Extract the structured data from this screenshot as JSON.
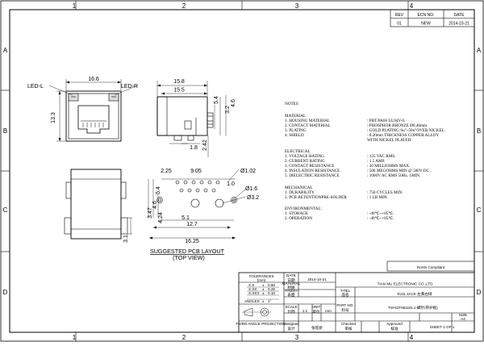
{
  "grid": {
    "columns": [
      "1",
      "2",
      "3",
      "4"
    ],
    "rows": [
      "A",
      "B",
      "C",
      "D"
    ]
  },
  "revision": {
    "headers": [
      "REV",
      "ECN NO.",
      "DATE"
    ],
    "row": [
      "01",
      "NEW",
      "2014-10-21"
    ]
  },
  "front_view": {
    "led_left": "LED-L",
    "led_right": "LED-R",
    "width": "16.6",
    "height": "13.3"
  },
  "side_view": {
    "dims": [
      "15.8",
      "15.5",
      "4.6",
      "3.2",
      "5.4",
      "1.8",
      "2.42"
    ]
  },
  "pcb_layout": {
    "dims": [
      "2.25",
      "9.05",
      "5.4",
      "1.0",
      "Ø1.02",
      "Ø1.6",
      "Ø3.2",
      "3.47",
      "4.24",
      "4.6",
      "5.1",
      "12.7",
      "16.25",
      "3.1"
    ],
    "caption_1": "SUGGESTED PCB LAYOUT",
    "caption_2": "(TOP VIEW)"
  },
  "notes": {
    "title": "NOTES",
    "material_title": "MATERIAL",
    "material": [
      {
        "k": "1. HOUSING MATERIAL",
        "v": ": PBT/PA66 UL94V-0."
      },
      {
        "k": "2. CONTACT MATERIAL",
        "v": ": PHOSPHOR BRONZE Ø0.46mm."
      },
      {
        "k": "3. PLATING",
        "v": ": GOLD PLATING 6u\"~50u\"OVER NICKEL."
      },
      {
        "k": "4. SHIELD",
        "v": ": 0.20mm THICKNESS COPPER ALLOY"
      },
      {
        "k": "",
        "v": "  WITH NICKEL PLATED."
      }
    ],
    "electrical_title": "ELECTRICAL",
    "electrical": [
      {
        "k": "1. VOLTAGE RATING",
        "v": ": 125 VAC RMS."
      },
      {
        "k": "2. CURRENT RATING",
        "v": ": 1.5 AMP."
      },
      {
        "k": "3. CONTACT RESISTANCE",
        "v": ": 30 MILLIOHMS MAX."
      },
      {
        "k": "4. INSULATION RESISTANCE",
        "v": ": 500 MEGOHMS MIN @ 500V DC ."
      },
      {
        "k": "5. DIELECTRIC RESISTANCE",
        "v": ": 1000V AC RMS 50Hz. 1MIN."
      }
    ],
    "mechanical_title": "MECHANICAL",
    "mechanical": [
      {
        "k": "1. DURABILITY",
        "v": ": 750 CYCLES MIN."
      },
      {
        "k": "2. PCB RETENTIONPRE-SOLDER",
        "v": ": 1 LB MIN."
      }
    ],
    "environmental_title": "ENVIRONMENTAL:",
    "environmental": [
      {
        "k": "1. STORAGE",
        "v": ": -40℃~+85℃."
      },
      {
        "k": "2. OPERATION",
        "v": ": -40℃~+85℃."
      }
    ]
  },
  "rohs": "RoHS Compliant",
  "title_block": {
    "tolerances": "TOLERANCES",
    "tol_unit": "(mm)",
    "tol_rows": [
      {
        "a": "X.X",
        "b": "±",
        "c": "0.50"
      },
      {
        "a": "X.XX",
        "b": "±",
        "c": "0.25"
      },
      {
        "a": "X.XXX",
        "b": "±",
        "c": "0.10"
      },
      {
        "a": "ANGLES",
        "b": "±",
        "c": "1°"
      }
    ],
    "date_label": "DATE",
    "date_cn": "日期",
    "date": "2014-10-21",
    "material_label": "MATERIAL",
    "material_cn": "材质",
    "finish_label": "FINISH",
    "finish_cn": "表面",
    "scale_label": "SCALE",
    "scale_cn": "比例",
    "scale": "1:1",
    "unit_label": "UNIT",
    "unit_cn": "单位",
    "unit": "mm",
    "projection": "THIRD ANGLE PROJECTION",
    "drawn_label": "Designed",
    "drawn_cn": "设计",
    "drawn": "张旺新",
    "checked_label": "Checked",
    "checked_cn": "审核",
    "approved_label": "Approved",
    "approved_cn": "核准",
    "company": "TIAN MU ELECTRONIC CO.,LTD",
    "title_label": "TITEL",
    "title_cn": "品名",
    "title": "RJ11 JACK 左黄右绿",
    "part_label": "PART NO.",
    "part_cn": "料号",
    "part_no": "TM-52T6611EL1-脚针(带护板)",
    "size_label": "SIZE",
    "size": "A4",
    "sheet": "SHEET 1 OF 1"
  }
}
